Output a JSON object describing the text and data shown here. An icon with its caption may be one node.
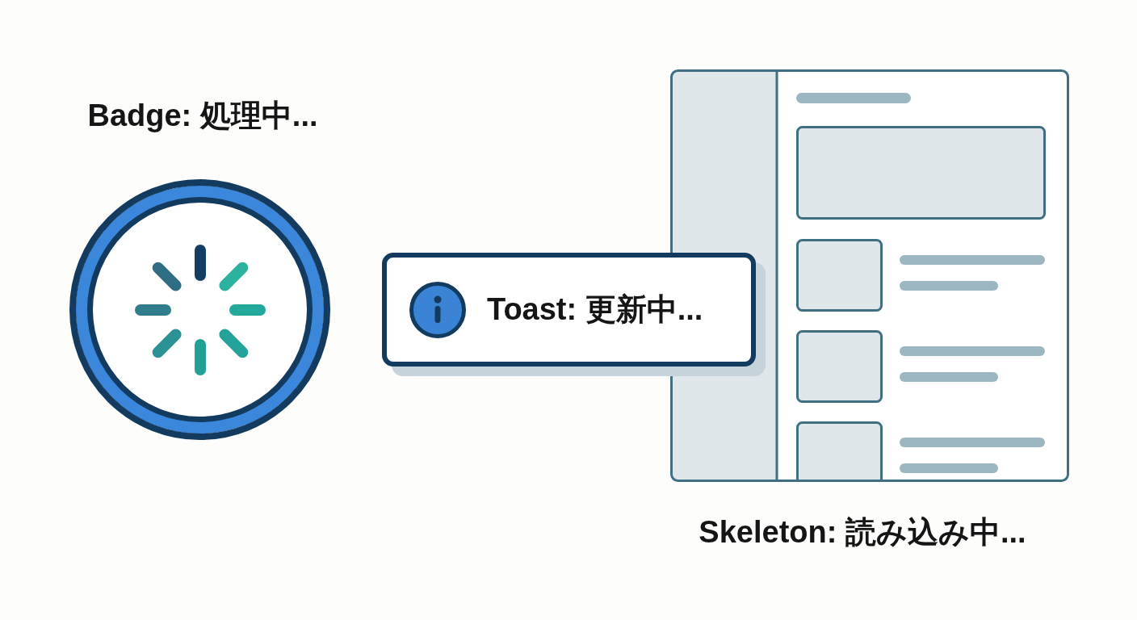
{
  "diagram": {
    "nodes": [
      {
        "text": [],
        "shape": "circle",
        "beside": [
          "Badge: 処理中..."
        ]
      },
      {
        "text": [
          "Toast: 更新中..."
        ]
      },
      {
        "text": [],
        "shape": "box",
        "beside": [
          "Skeleton: 読み込み中..."
        ]
      }
    ]
  }
}
